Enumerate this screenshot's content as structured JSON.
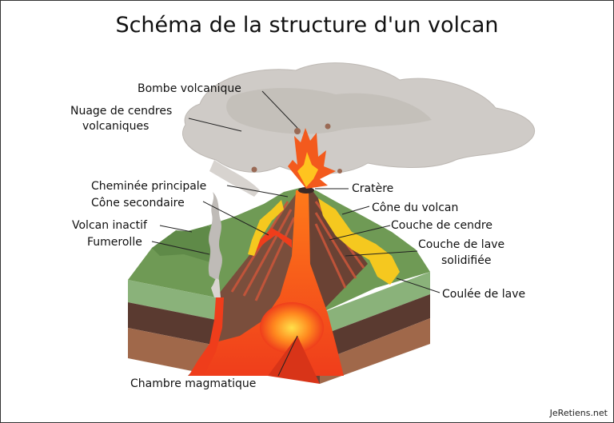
{
  "title": "Schéma de la structure d'un volcan",
  "labels": {
    "bombe": "Bombe volcanique",
    "nuage_1": "Nuage de cendres",
    "nuage_2": "volcaniques",
    "cheminee": "Cheminée principale",
    "cone_secondaire": "Cône secondaire",
    "volcan_inactif": "Volcan inactif",
    "fumerolle": "Fumerolle",
    "chambre": "Chambre magmatique",
    "cratere": "Cratère",
    "cone_volcan": "Cône du volcan",
    "couche_cendre": "Couche de cendre",
    "couche_lave_1": "Couche de lave",
    "couche_lave_2": "solidifiée",
    "coulee": "Coulée de lave"
  },
  "credit": "JeRetiens.net",
  "colors": {
    "grass": "#6f9a55",
    "soil_dark": "#5a3a30",
    "soil_mid": "#7a4e3c",
    "soil_light": "#a0684a",
    "magma": "#ef3d1b",
    "magma_core": "#ffd21f",
    "lava_yellow": "#f5c81f",
    "ash": "#c9c5c1"
  }
}
